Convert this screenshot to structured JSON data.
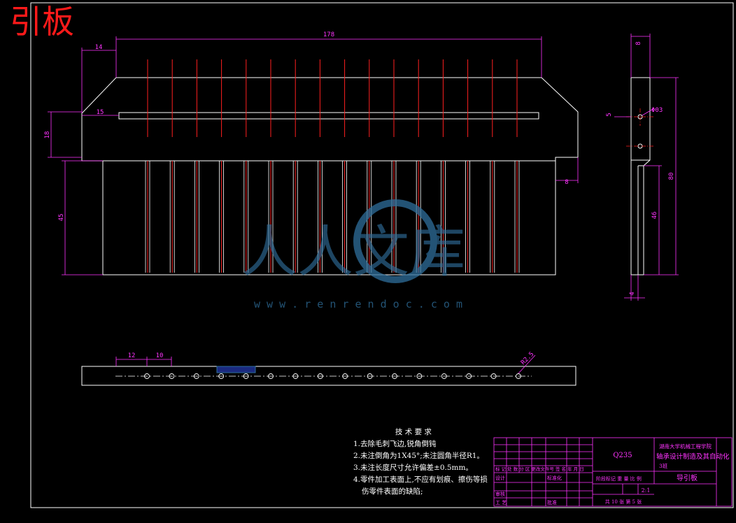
{
  "title": "引板",
  "colors": {
    "outline": "#ffffff",
    "dimension": "#ff33ff",
    "slot": "#ff2020",
    "watermark": "#2f6f9c",
    "title": "#ff1a1a",
    "title_block": "#ff33ff"
  },
  "dimensions": {
    "total_width": "178",
    "left_offset": "14",
    "groove_offset": "15",
    "left_height": "18",
    "lower_height": "45",
    "right_step": "8",
    "side_top": "8",
    "side_hole_x": "5",
    "side_hole_dia": "Φ03",
    "side_total": "80",
    "side_lower": "46",
    "side_bottom": "4",
    "strip_pitch_a": "12",
    "strip_pitch_b": "10",
    "strip_radius": "R2.5"
  },
  "watermark": {
    "text": "人人文库",
    "url": "w w w . r e n r e n d o c . c o m"
  },
  "notes": {
    "heading": "技 术 要 求",
    "items": [
      "1.去除毛刺飞边,锐角倒钝",
      "2.未注倒角为1X45°;未注圆角半径R1。",
      "3.未注长度尺寸允许偏差±0.5mm。",
      "4.零件加工表面上,不应有划痕、擦伤等损",
      "伤零件表面的缺陷;"
    ]
  },
  "title_block": {
    "material": "Q235",
    "school": "湖南大学机械工程学院",
    "project": "轴承设计制造及其自动化",
    "cls": "3班",
    "drawing_name": "导引板",
    "header_row": "标 记 处 数   分 区   更改文件号   签 名   年 月 日",
    "design": "设计",
    "standardize": "标准化",
    "stage_row": "阶段标记   重 量   比 例",
    "scale": "2:1",
    "review": "审核",
    "craft": "工 艺",
    "approve": "批准",
    "sheets": "共 10 张  第 5 张"
  }
}
